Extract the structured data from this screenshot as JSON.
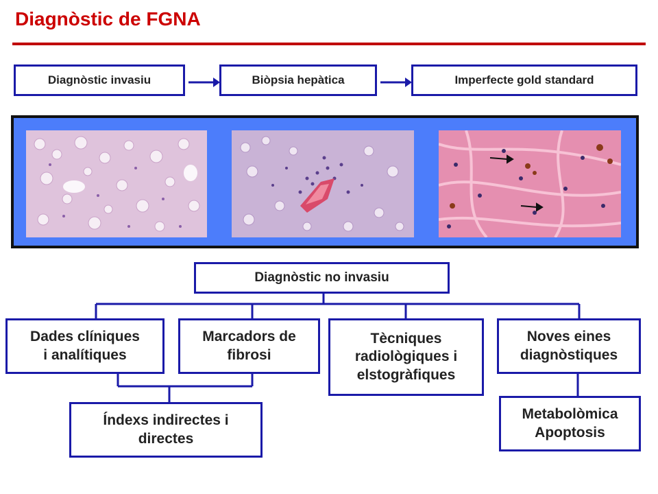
{
  "title": "Diagnòstic de FGNA",
  "flow": {
    "invasive": "Diagnòstic invasiu",
    "biopsy": "Biòpsia hepàtica",
    "gold_standard": "Imperfecte gold standard"
  },
  "histology": {
    "images": [
      "histology-steatosis",
      "histology-inflammation",
      "histology-fibrosis"
    ]
  },
  "noninvasive": {
    "root": "Diagnòstic no invasiu",
    "branches": [
      {
        "line1": "Dades clíniques",
        "line2": "i analítiques"
      },
      {
        "line1": "Marcadors de",
        "line2": "fibrosi"
      },
      {
        "line1": "Tècniques",
        "line2": "radiològiques i",
        "line3": "elstogràfiques"
      },
      {
        "line1": "Noves eines",
        "line2": "diagnòstiques"
      }
    ],
    "indexes": {
      "line1": "Índexs indirectes i",
      "line2": "directes"
    },
    "new_tools": {
      "line1": "Metabolòmica",
      "line2": "Apoptosis"
    }
  },
  "colors": {
    "title": "#cc0000",
    "box_border": "#1a1aa8",
    "photo_background": "#4c7dfb"
  }
}
